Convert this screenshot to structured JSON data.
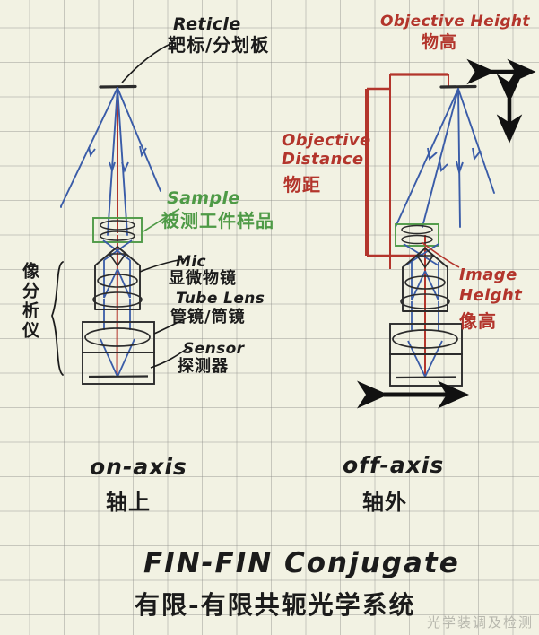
{
  "page": {
    "title_en": "FIN-FIN Conjugate",
    "title_cn": "有限-有限共轭光学系统",
    "watermark": "光学装调及检测",
    "paper": {
      "bg_color": "#f2f2e3",
      "grid_color": "#8c8c87"
    }
  },
  "ink_colors": {
    "black": "#1b1b1b",
    "red": "#b3352c",
    "green": "#4e9a46",
    "blue": "#3a5ca8"
  },
  "left_diagram": {
    "caption_en": "on-axis",
    "caption_cn": "轴上",
    "labels": [
      {
        "name": "reticle",
        "en": "Reticle",
        "cn": "靶标/分划板"
      },
      {
        "name": "sample",
        "en": "Sample",
        "cn": "被测工件样品"
      },
      {
        "name": "objective",
        "en": "Mic",
        "cn": "显微物镜"
      },
      {
        "name": "tube-lens",
        "en": "Tube Lens",
        "cn": "管镜/筒镜"
      },
      {
        "name": "sensor",
        "en": "Sensor",
        "cn": "探测器"
      }
    ],
    "bracket_label_cn": "像分析仪"
  },
  "right_diagram": {
    "caption_en": "off-axis",
    "caption_cn": "轴外",
    "labels": [
      {
        "name": "objective-height",
        "en": "Objective Height",
        "cn": "物高"
      },
      {
        "name": "objective-distance",
        "en": "Objective Distance",
        "cn": "物距"
      },
      {
        "name": "image-height",
        "en": "Image Height",
        "cn": "像高"
      }
    ],
    "arrows": [
      {
        "name": "horizontal-translation-top",
        "direction": "horizontal"
      },
      {
        "name": "vertical-translation-top",
        "direction": "vertical"
      },
      {
        "name": "horizontal-translation-bottom",
        "direction": "horizontal"
      }
    ]
  }
}
